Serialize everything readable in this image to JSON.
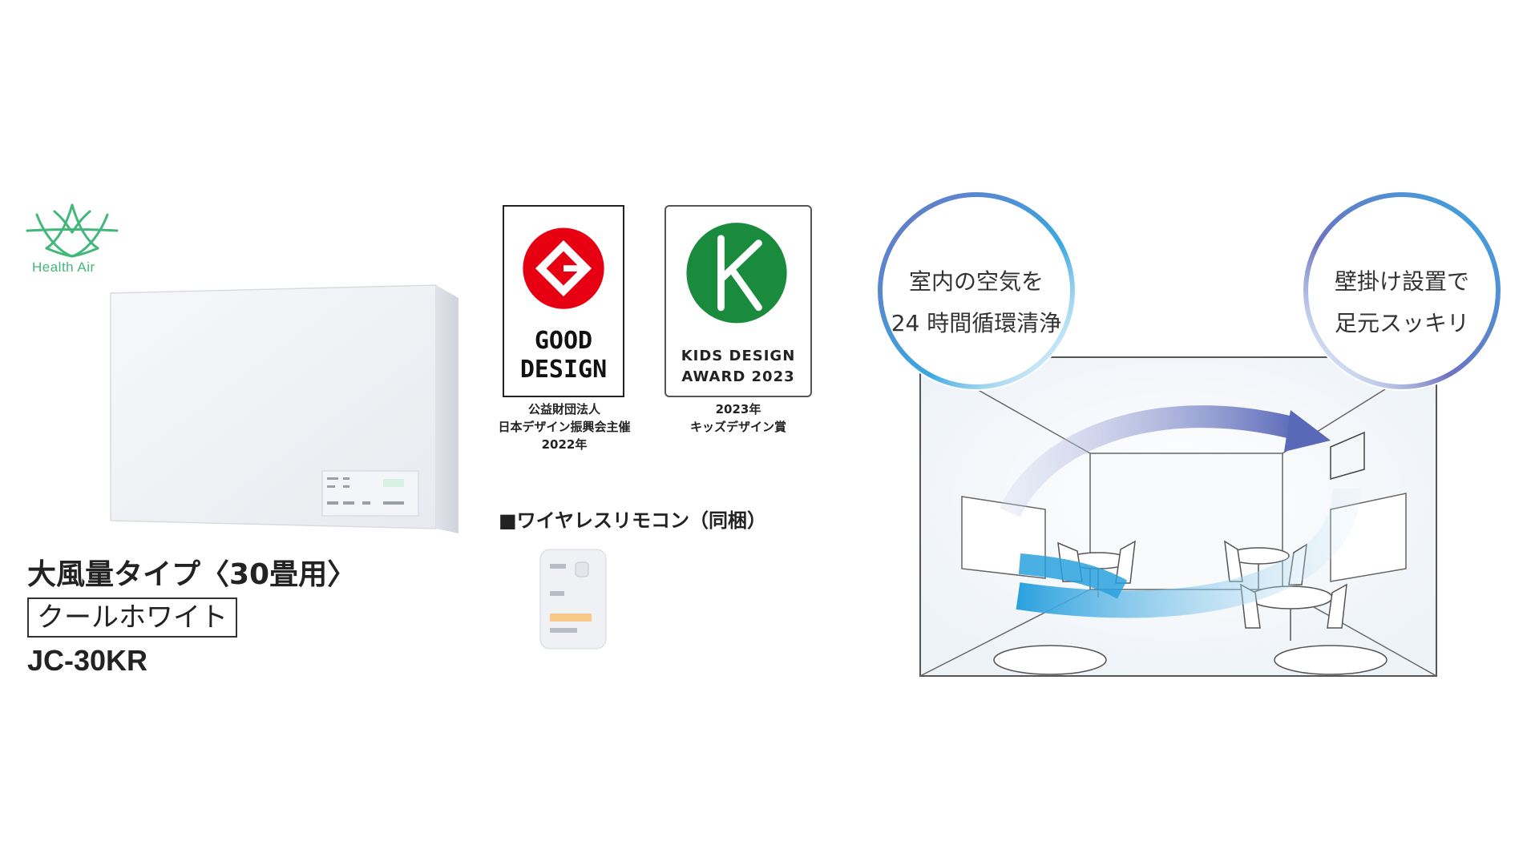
{
  "logo": {
    "name": "Health Air",
    "brand_color": "#41b87a"
  },
  "product": {
    "type": "大風量タイプ〈30畳用〉",
    "color": "クールホワイト",
    "model": "JC-30KR"
  },
  "awards": {
    "good_design": {
      "line1": "GOOD",
      "line2": "DESIGN",
      "caption_lines": [
        "公益財団法人",
        "日本デザイン振興会主催",
        "2022年"
      ],
      "brand_color": "#e60012"
    },
    "kids_design": {
      "line1": "KIDS DESIGN",
      "line2": "AWARD 2023",
      "caption_lines": [
        "2023年",
        "キッズデザイン賞"
      ],
      "brand_color": "#1a8a3c"
    }
  },
  "remote": {
    "label": "■ワイヤレスリモコン（同梱）"
  },
  "features": {
    "left": {
      "line1": "室内の空気を",
      "line2": "24 時間循環清浄"
    },
    "right": {
      "line1": "壁掛け設置で",
      "line2": "足元スッキリ"
    }
  }
}
